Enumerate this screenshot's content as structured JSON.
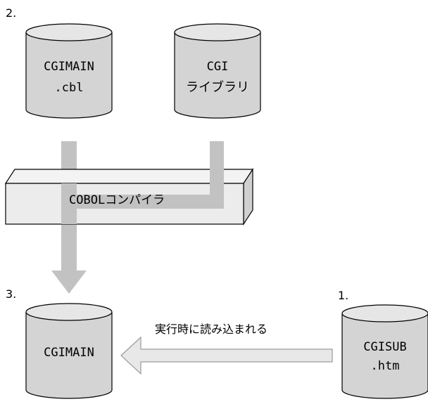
{
  "step_labels": {
    "source": "2.",
    "output": "3.",
    "html": "1."
  },
  "cylinders": {
    "cgimain_cbl": {
      "line1": "CGIMAIN",
      "line2": ".cbl"
    },
    "cgi_library": {
      "line1": "CGI",
      "line2": "ライブラリ"
    },
    "cgimain_exe": {
      "line1": "CGIMAIN"
    },
    "cgisub_htm": {
      "line1": "CGISUB",
      "line2": ".htm"
    }
  },
  "compiler": {
    "label": "COBOLコンパイラ"
  },
  "load_arrow": {
    "label": "実行時に読み込まれる"
  },
  "colors": {
    "cylinder_fill": "#d4d4d4",
    "cylinder_top": "#e6e6e6",
    "flow_gray": "#c2c2c2",
    "compiler_front": "#ececec",
    "compiler_side": "#d0d0d0",
    "outline": "#000000",
    "load_arrow_fill": "#e8e8e8",
    "load_arrow_stroke": "#9a9a9a"
  }
}
